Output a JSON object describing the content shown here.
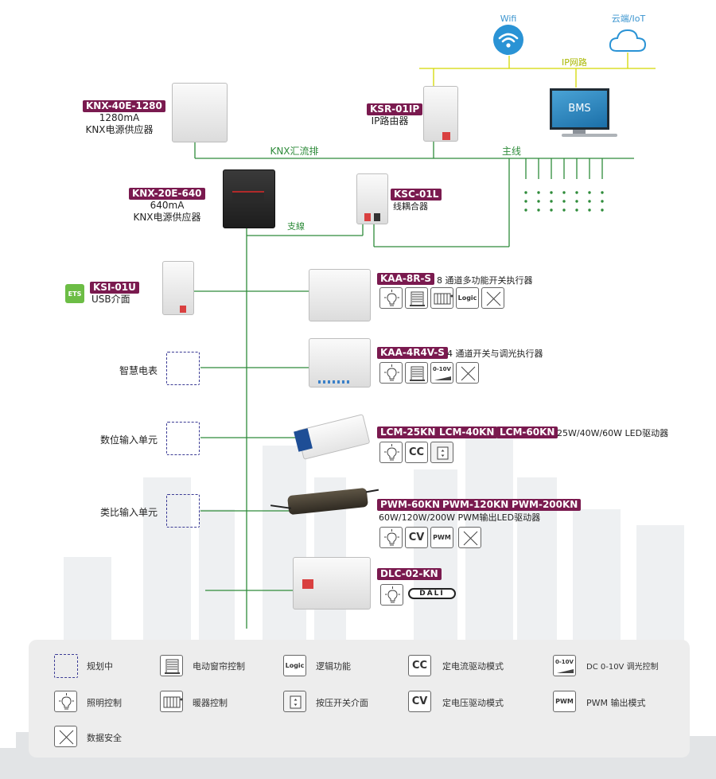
{
  "network": {
    "wifi_label": "Wifi",
    "cloud_label": "云端/IoT",
    "ip_network_label": "IP网路",
    "bms_label": "BMS",
    "busbar_label": "KNX汇流排",
    "mainline_label": "主线",
    "branch_label": "支線"
  },
  "devices": {
    "knx40": {
      "model": "KNX-40E-1280",
      "line1": "1280mA",
      "line2": "KNX电源供应器"
    },
    "ksr": {
      "model": "KSR-01IP",
      "line1": "IP路由器"
    },
    "knx20": {
      "model": "KNX-20E-640",
      "line1": "640mA",
      "line2": "KNX电源供应器"
    },
    "ksc": {
      "model": "KSC-01L",
      "line1": "线耦合器"
    },
    "ksi": {
      "model": "KSI-01U",
      "line1": "USB介面",
      "ets_badge": "ETS"
    },
    "kaa8": {
      "model": "KAA-8R-S",
      "desc": "8 通道多功能开关执行器"
    },
    "kaa4": {
      "model": "KAA-4R4V-S",
      "desc": "4 通道开关与调光执行器"
    },
    "lcm": {
      "models": [
        "LCM-25KN",
        "LCM-40KN",
        "LCM-60KN"
      ],
      "desc": "25W/40W/60W LED驱动器"
    },
    "pwm": {
      "models": [
        "PWM-60KN",
        "PWM-120KN",
        "PWM-200KN"
      ],
      "desc": "60W/120W/200W PWM输出LED驱动器"
    },
    "dlc": {
      "model": "DLC-02-KN",
      "dali_logo": "DALI"
    }
  },
  "inputs": {
    "smart_meter": "智慧电表",
    "digital_input": "数位输入单元",
    "analog_input": "类比输入单元"
  },
  "icon_labels": {
    "logic": "Logic",
    "cc": "CC",
    "cv": "CV",
    "pwm": "PWM",
    "zero_ten": "0-10V"
  },
  "legend": {
    "planning": "规划中",
    "curtain": "电动窗帘控制",
    "logic": "逻辑功能",
    "cc_mode": "定电流驱动模式",
    "dimming": "DC 0-10V 调光控制",
    "lighting": "照明控制",
    "heater": "暖器控制",
    "pushbutton": "按压开关介面",
    "cv_mode": "定电压驱动模式",
    "pwm_mode": "PWM 输出模式",
    "security": "数据安全"
  }
}
